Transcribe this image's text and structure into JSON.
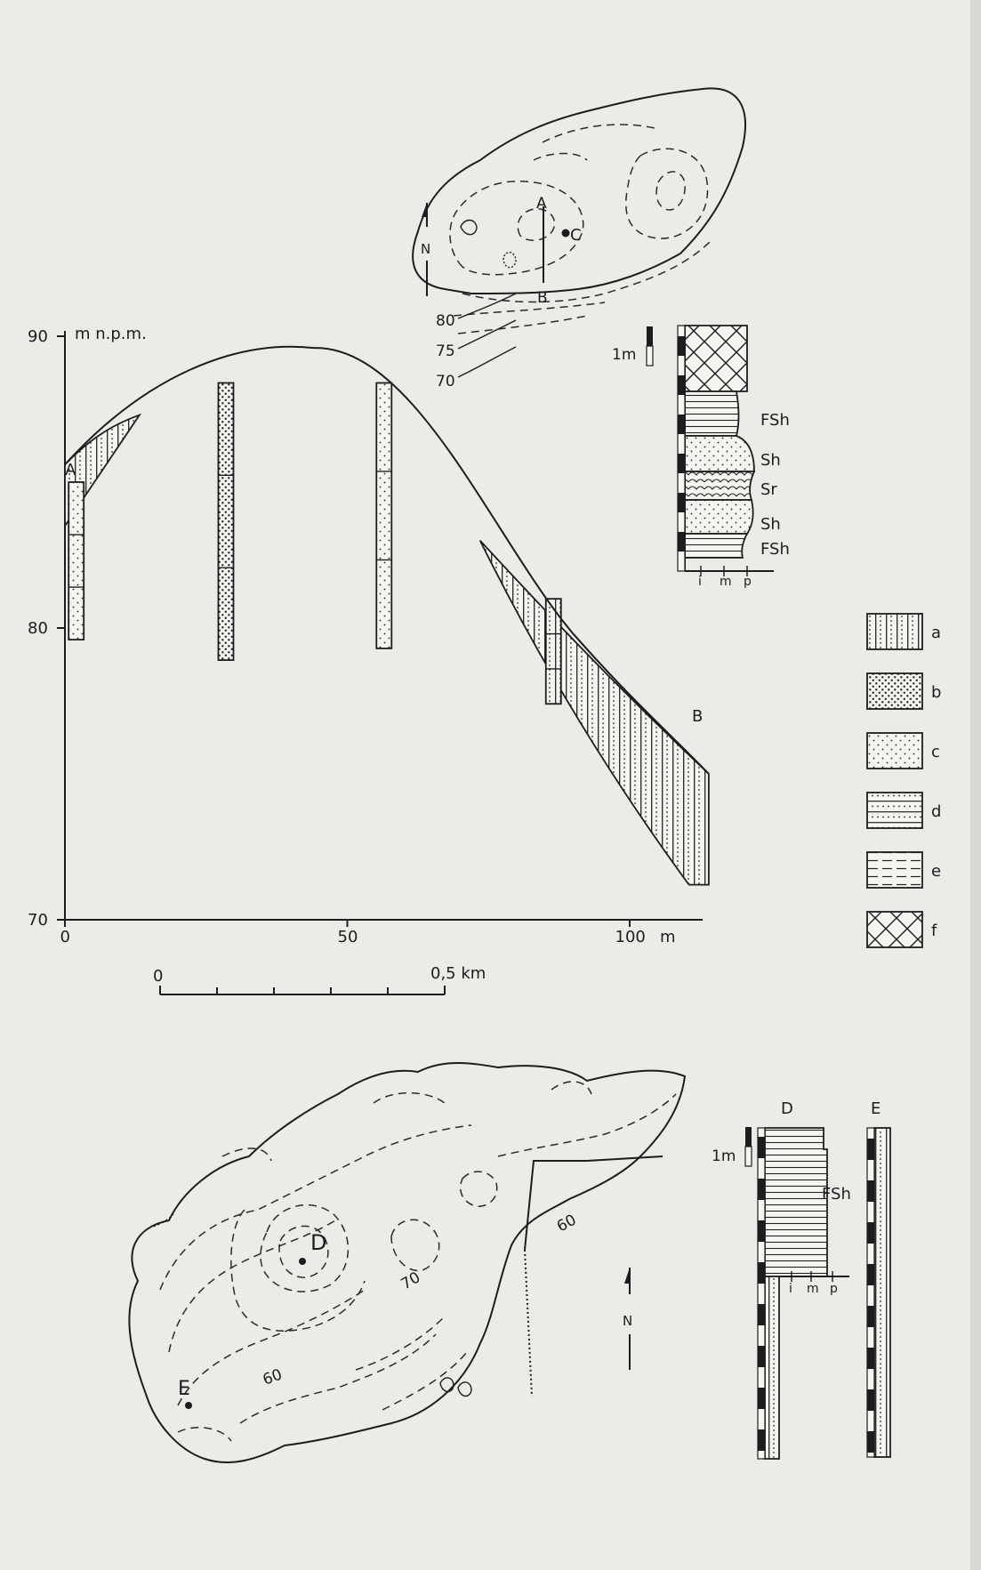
{
  "profile": {
    "y_axis_title": "m n.p.m.",
    "y_ticks": [
      {
        "value": 90,
        "label": "90"
      },
      {
        "value": 80,
        "label": "80"
      },
      {
        "value": 70,
        "label": "70"
      }
    ],
    "x_ticks": [
      {
        "value": 0,
        "label": "0"
      },
      {
        "value": 50,
        "label": "50"
      },
      {
        "value": 100,
        "label": "100"
      }
    ],
    "x_unit": "m",
    "end_labels": {
      "start": "A",
      "end": "B"
    },
    "boreholes": [
      {
        "x": 2,
        "top": 85.0,
        "bottom": 79.6,
        "fill": "c"
      },
      {
        "x": 28.5,
        "top": 88.4,
        "bottom": 78.9,
        "fill": "b"
      },
      {
        "x": 56.5,
        "top": 88.4,
        "bottom": 79.3,
        "fill": "c"
      },
      {
        "x": 86.5,
        "top": 81.0,
        "bottom": 77.4,
        "fill": "a"
      }
    ],
    "surface": {
      "start": 85.6,
      "peak_x": 44,
      "peak": 89.6,
      "end": 75.0
    }
  },
  "scale_bar": {
    "start_label": "0",
    "end_label": "0,5 km"
  },
  "map_top": {
    "point_label": "C",
    "line_labels": [
      "A",
      "B"
    ],
    "north_label": "N",
    "contour_labels": [
      "80",
      "75",
      "70"
    ]
  },
  "column_c": {
    "title": "C",
    "scale_label": "1m",
    "facies": [
      "FSh",
      "Sh",
      "Sr",
      "Sh",
      "FSh"
    ],
    "grain_labels": [
      "i",
      "m",
      "p"
    ]
  },
  "legend": [
    {
      "key": "a",
      "pattern": "a"
    },
    {
      "key": "b",
      "pattern": "b"
    },
    {
      "key": "c",
      "pattern": "c"
    },
    {
      "key": "d",
      "pattern": "d"
    },
    {
      "key": "e",
      "pattern": "e"
    },
    {
      "key": "f",
      "pattern": "f"
    }
  ],
  "map_bottom": {
    "point_labels": [
      "D",
      "E"
    ],
    "contour_labels": [
      "60",
      "70",
      "60"
    ],
    "north_label": "N"
  },
  "column_d": {
    "title": "D",
    "scale_label": "1m",
    "facies": "FSh",
    "grain_labels": [
      "i",
      "m",
      "p"
    ]
  },
  "column_e": {
    "title": "E"
  }
}
